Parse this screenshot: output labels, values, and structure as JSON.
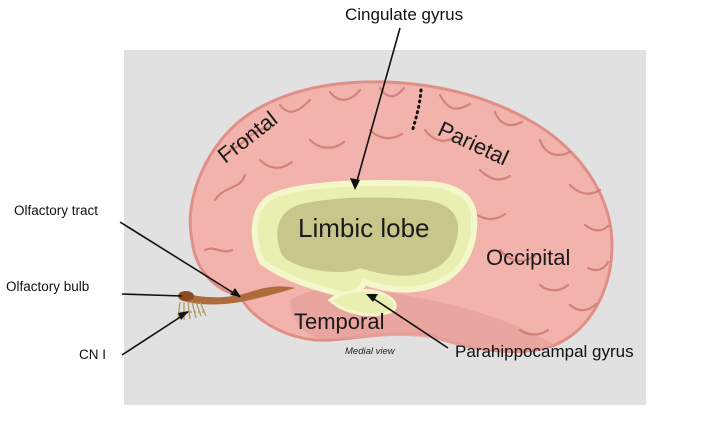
{
  "labels": {
    "cingulate_gyrus": "Cingulate gyrus",
    "olfactory_tract": "Olfactory tract",
    "olfactory_bulb": "Olfactory bulb",
    "cn_i": "CN I",
    "frontal": "Frontal",
    "parietal": "Parietal",
    "limbic_lobe": "Limbic lobe",
    "occipital": "Occipital",
    "temporal": "Temporal",
    "medial_view": "Medial view",
    "parahippocampal_gyrus": "Parahippocampal gyrus"
  },
  "colors": {
    "panel_bg": "#e1e1e1",
    "cortex": "#f3b3ad",
    "cortex_shadow": "#e08f88",
    "sulcus": "#c9716b",
    "limbic": "#e9efb0",
    "limbic_inner": "#c9c68b",
    "olfactory": "#b06b3c",
    "leader_line": "#111111"
  }
}
